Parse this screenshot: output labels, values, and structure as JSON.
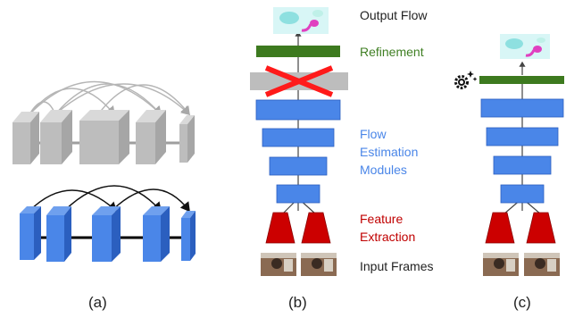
{
  "panels": {
    "a": {
      "caption": "(a)"
    },
    "b": {
      "caption": "(b)",
      "labels": {
        "output": "Output Flow",
        "refinement": "Refinement",
        "flow_line1": "Flow",
        "flow_line2": "Estimation",
        "flow_line3": "Modules",
        "feature_line1": "Feature",
        "feature_line2": "Extraction",
        "input": "Input Frames"
      }
    },
    "c": {
      "caption": "(c)"
    }
  },
  "colors": {
    "blue": "#4a86e8",
    "blue_dark": "#2b5fbf",
    "green": "#3d7a1f",
    "red": "#cc0000",
    "gray": "#bdbdbd",
    "gray_dark": "#8f8f8f",
    "cross": "#ff1a1a",
    "text": "#222222",
    "label_green": "#3f7f23",
    "label_blue": "#4a86e8",
    "label_red": "#c00000"
  },
  "icons": [
    "gear-sparkle-icon",
    "flow-thumbnail",
    "input-frame-thumbnail"
  ]
}
